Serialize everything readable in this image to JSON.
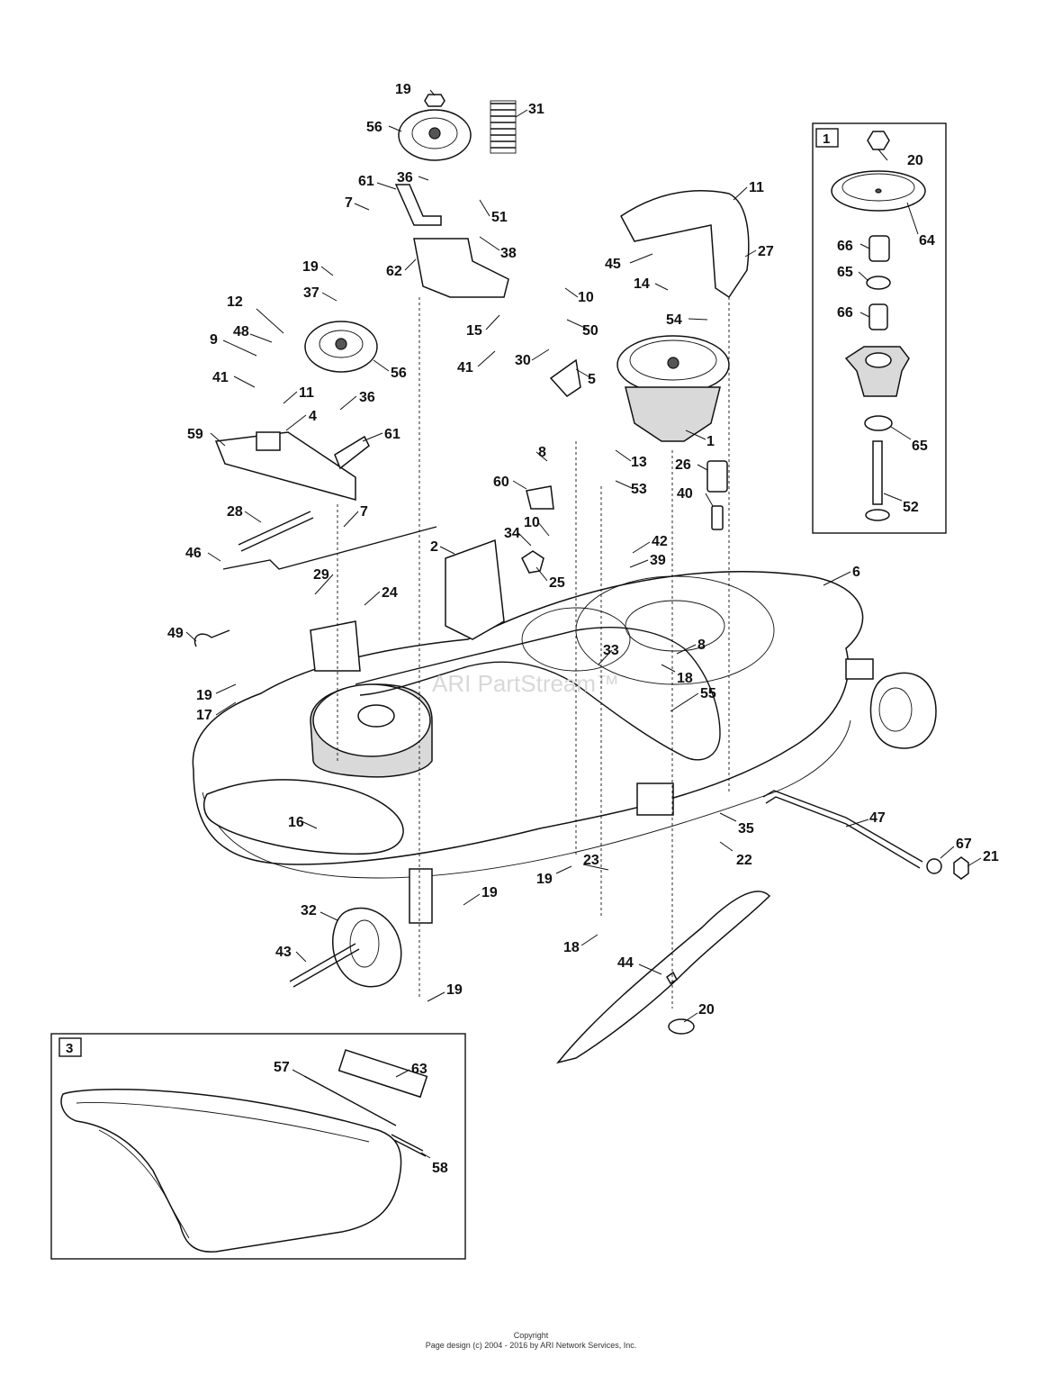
{
  "watermark": "ARI PartStream™",
  "inset_labels": [
    "1",
    "3"
  ],
  "callouts": [
    "19",
    "31",
    "56",
    "36",
    "61",
    "51",
    "7",
    "38",
    "62",
    "19",
    "37",
    "12",
    "48",
    "9",
    "56",
    "41",
    "11",
    "36",
    "4",
    "61",
    "59",
    "15",
    "41",
    "30",
    "5",
    "10",
    "50",
    "11",
    "45",
    "27",
    "14",
    "54",
    "1",
    "8",
    "13",
    "60",
    "53",
    "26",
    "40",
    "10",
    "34",
    "2",
    "25",
    "42",
    "39",
    "28",
    "46",
    "7",
    "29",
    "24",
    "6",
    "49",
    "33",
    "8",
    "18",
    "55",
    "19",
    "17",
    "16",
    "35",
    "22",
    "47",
    "67",
    "21",
    "23",
    "19",
    "19",
    "32",
    "43",
    "18",
    "44",
    "20",
    "19",
    "20",
    "64",
    "66",
    "65",
    "66",
    "65",
    "52",
    "57",
    "63",
    "58"
  ],
  "footer": {
    "line1": "Copyright",
    "line2": "Page design (c) 2004 - 2016 by ARI Network Services, Inc."
  }
}
